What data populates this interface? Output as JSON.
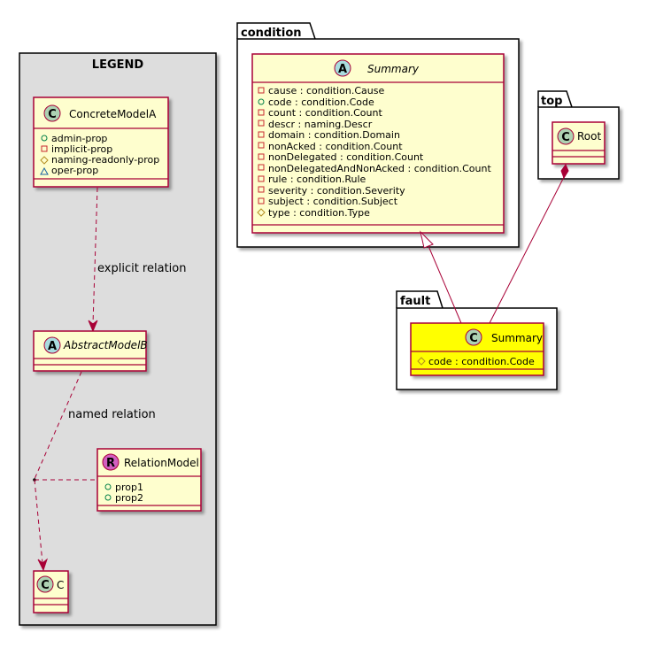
{
  "colors": {
    "class_fill": "#FEFECE",
    "class_border": "#A80036",
    "legend_fill": "#DDDDDD",
    "highlight_fill": "#FFFF00",
    "circle_class": "#ADD1B2",
    "circle_abstract": "#A9DCDF",
    "circle_relation": "#D25FC0",
    "package_border": "#000000"
  },
  "legend": {
    "title": "LEGEND",
    "concrete": {
      "stereo": "C",
      "name": "ConcreteModelA",
      "props": [
        {
          "vis": "+",
          "text": "admin-prop"
        },
        {
          "vis": "-",
          "text": "implicit-prop"
        },
        {
          "vis": "#",
          "text": "naming-readonly-prop"
        },
        {
          "vis": "~",
          "text": "oper-prop"
        }
      ]
    },
    "abstract": {
      "stereo": "A",
      "name": "AbstractModelB"
    },
    "relation_model": {
      "stereo": "R",
      "name": "RelationModel",
      "props": [
        {
          "vis": "+",
          "text": "prop1"
        },
        {
          "vis": "+",
          "text": "prop2"
        }
      ]
    },
    "c_class": {
      "stereo": "C",
      "name": "C"
    },
    "explicit_relation_label": "explicit relation",
    "named_relation_label": "named relation"
  },
  "condition_pkg": {
    "name": "condition",
    "summary": {
      "stereo": "A",
      "name": "Summary",
      "props": [
        {
          "vis": "-",
          "text": "cause : condition.Cause"
        },
        {
          "vis": "+",
          "text": "code : condition.Code"
        },
        {
          "vis": "-",
          "text": "count : condition.Count"
        },
        {
          "vis": "-",
          "text": "descr : naming.Descr"
        },
        {
          "vis": "-",
          "text": "domain : condition.Domain"
        },
        {
          "vis": "-",
          "text": "nonAcked : condition.Count"
        },
        {
          "vis": "-",
          "text": "nonDelegated : condition.Count"
        },
        {
          "vis": "-",
          "text": "nonDelegatedAndNonAcked : condition.Count"
        },
        {
          "vis": "-",
          "text": "rule : condition.Rule"
        },
        {
          "vis": "-",
          "text": "severity : condition.Severity"
        },
        {
          "vis": "-",
          "text": "subject : condition.Subject"
        },
        {
          "vis": "#",
          "text": "type : condition.Type"
        }
      ]
    }
  },
  "top_pkg": {
    "name": "top",
    "root": {
      "stereo": "C",
      "name": "Root"
    }
  },
  "fault_pkg": {
    "name": "fault",
    "summary": {
      "stereo": "C",
      "name": "Summary",
      "props": [
        {
          "vis": "#",
          "text": "code : condition.Code"
        }
      ]
    }
  }
}
